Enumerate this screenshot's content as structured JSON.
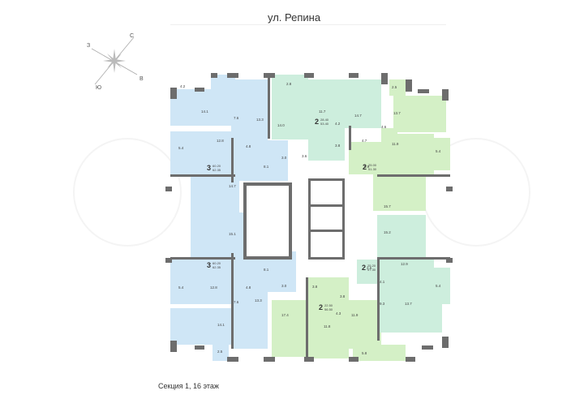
{
  "street": "ул. Репина",
  "compass": {
    "north": "С",
    "south": "Ю",
    "east": "В",
    "west": "З"
  },
  "footer": "Секция 1, 16 этаж",
  "colors": {
    "blue": "#cfe6f6",
    "green": "#cdeedd",
    "light_green": "#d4f0c6",
    "wall": "#6d6d6d"
  },
  "apartments": [
    {
      "rooms": "3",
      "living": "60.20",
      "total": "62.35",
      "position": "top-left"
    },
    {
      "rooms": "2",
      "living": "28.40",
      "total": "53.40",
      "position": "top-center"
    },
    {
      "rooms": "2",
      "living": "25.00",
      "total": "51.30",
      "position": "top-right"
    },
    {
      "rooms": "3",
      "living": "60.20",
      "total": "62.35",
      "position": "bottom-left"
    },
    {
      "rooms": "2",
      "living": "25.20",
      "total": "57.30",
      "position": "bottom-right"
    },
    {
      "rooms": "2",
      "living": "22.50",
      "total": "56.50",
      "position": "bottom-center"
    }
  ],
  "room_areas": {
    "tl": [
      "4.2",
      "14.1",
      "7.6",
      "13.3",
      "12.8",
      "5.4",
      "4.8",
      "3.0",
      "8.1",
      "14.7"
    ],
    "tc": [
      "2.8",
      "14.0",
      "11.7",
      "4.2",
      "14.7",
      "3.8",
      "3.6"
    ],
    "tr": [
      "2.5",
      "13.7",
      "4.6",
      "11.9",
      "5.4",
      "4.7",
      "5.9",
      "15.7"
    ],
    "bl": [
      "15.1",
      "8.1",
      "5.4",
      "12.8",
      "4.8",
      "3.0",
      "7.6",
      "14.1",
      "13.3",
      "2.5"
    ],
    "br": [
      "15.2",
      "2.5",
      "12.9",
      "5.4",
      "4.1",
      "9.3",
      "13.7"
    ],
    "bc": [
      "3.8",
      "3.8",
      "17.4",
      "4.3",
      "11.9",
      "11.8",
      "5.8"
    ]
  }
}
